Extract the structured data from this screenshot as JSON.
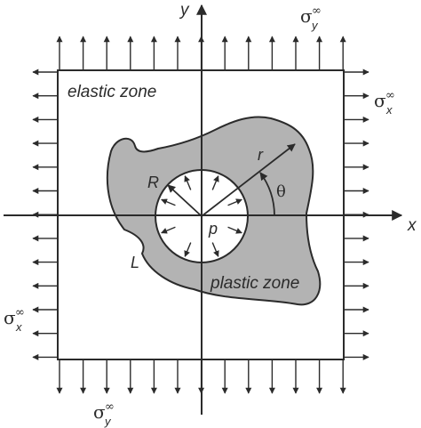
{
  "labels": {
    "axis_x": "x",
    "axis_y": "y",
    "sigma": "σ",
    "infinity": "∞",
    "sub_x": "x",
    "sub_y": "y",
    "elastic_zone": "elastic zone",
    "plastic_zone": "plastic zone",
    "radius_R": "R",
    "radius_r": "r",
    "angle_theta": "θ",
    "pressure_p": "p",
    "boundary_L": "L"
  },
  "colors": {
    "line": "#2b2b2b",
    "plastic_fill": "#b3b3b3",
    "hole_fill": "#ffffff",
    "background": "#ffffff"
  }
}
